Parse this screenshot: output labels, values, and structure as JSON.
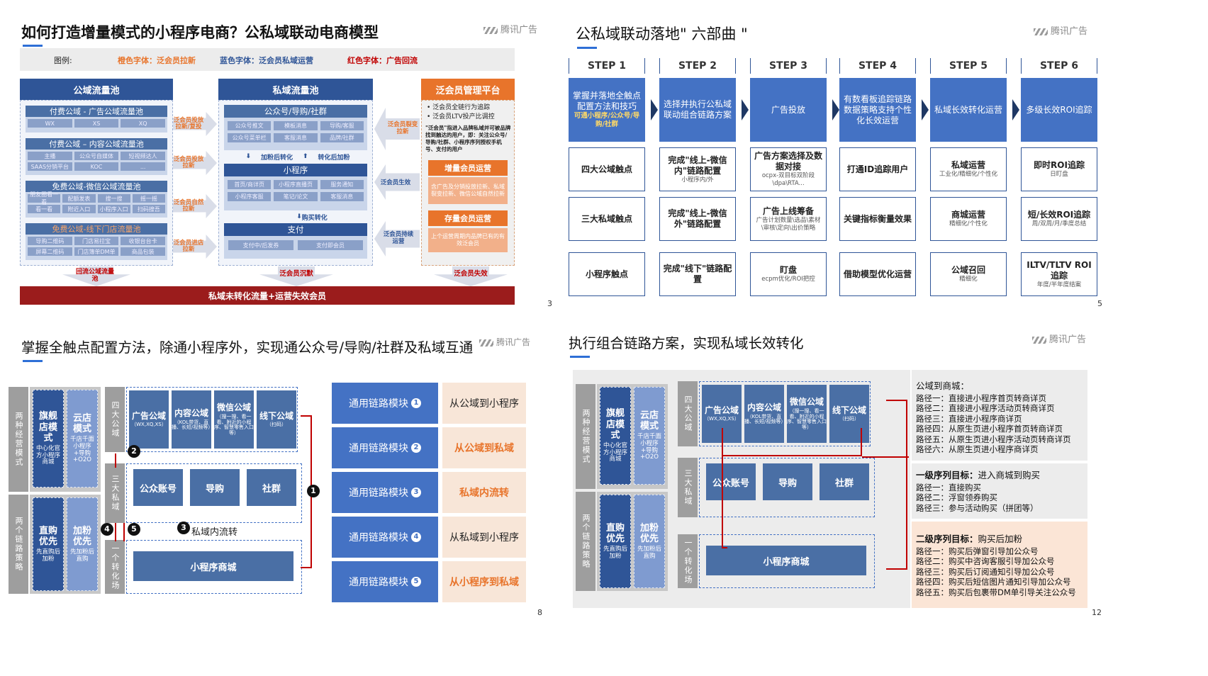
{
  "s3": {
    "title": "如何打造增量模式的小程序电商？公私域联动电商模型",
    "logo": "腾讯广告",
    "page": "3",
    "legend": {
      "label": "图例:",
      "orange": "橙色字体：泛会员拉新",
      "blue": "蓝色字体：泛会员私域运营",
      "red": "红色字体：广告回流"
    },
    "pub": {
      "title": "公域流量池",
      "g1": {
        "title": "付费公域 - 广告公域流量池",
        "chips": [
          "WX",
          "XS",
          "XQ"
        ]
      },
      "g2": {
        "title": "付费公域 – 内容公域流量池",
        "chips": [
          "主播",
          "公众号自媒体",
          "短视频达人",
          "SAAS分销平台",
          "KOC",
          "..."
        ]
      },
      "g3": {
        "title": "免费公域-微信公域流量池",
        "chips": [
          "朋友圈看一看",
          "配额发表",
          "搜一搜",
          "摇一摇",
          "看一看",
          "附近入口",
          "小程序入口",
          "扫码搜吾"
        ]
      },
      "g4": {
        "title": "免费公域-线下门店流量池",
        "chips": [
          "导购二维码",
          "门店易拉宝",
          "收银台台卡",
          "屏幕二维码",
          "门店簿单DM单",
          "商品包装"
        ]
      }
    },
    "mid": [
      "泛会员投放拉新/复投",
      "泛会员投放拉新",
      "泛会员自然拉新",
      "泛会员进店拉新"
    ],
    "priv": {
      "title": "私域流量池",
      "g1": {
        "title": "公众号/导购/社群",
        "chips": [
          "公众号推文",
          "模板消息",
          "导购/客服",
          "公众号菜单栏",
          "客服消息",
          "品牌/社群"
        ]
      },
      "a1": "加粉后转化",
      "a2": "转化后加粉",
      "g2": {
        "title": "小程序",
        "chips": [
          "首页/商详页",
          "小程序直播页",
          "服务通知",
          "小程序客服",
          "笔记/论文",
          "客服消息"
        ]
      },
      "a3": "购买转化",
      "g3": {
        "title": "支付",
        "chips": [
          "支付中/后发券",
          "支付即会员"
        ]
      }
    },
    "rl": [
      "泛会员裂变拉新",
      "泛会员生效",
      "泛会员持续运营"
    ],
    "plat": {
      "title": "泛会员管理平台",
      "b1": "泛会员全链行为追踪",
      "b2": "泛会员LTV投产比调控",
      "note": "\"泛会员\"指进入品牌私域并可被品牌找到触达的用户，即：关注公众号/导购/社群、小程序序列授权手机号、支付的用户",
      "g1": "增量会员运营",
      "t1": "含广告及分销投放拉新、私域裂变拉新、微信公域自然拉新",
      "g2": "存量会员运营",
      "t2": "上个运营周期内品牌已有的有效泛会员"
    },
    "bottomLabels": {
      "back": "回流公域流量池",
      "sink": "泛会员沉默",
      "lost": "泛会员失效"
    },
    "bar": "私域未转化流量+运营失效会员"
  },
  "s5": {
    "title": "公私域联动落地\" 六部曲 \"",
    "logo": "腾讯广告",
    "page": "5",
    "steps": [
      "STEP 1",
      "STEP 2",
      "STEP 3",
      "STEP 4",
      "STEP 5",
      "STEP 6"
    ],
    "heads": [
      {
        "t": "掌握并落地全触点配置方法和技巧",
        "s": "可通小程序/公众号/导购/社群"
      },
      {
        "t": "选择并执行公私域联动组合链路方案",
        "s": ""
      },
      {
        "t": "广告投放",
        "s": ""
      },
      {
        "t": "有数看板追踪链路数据策略支持个性化长效运营",
        "s": ""
      },
      {
        "t": "私域长效转化运营",
        "s": ""
      },
      {
        "t": "多级长效ROI追踪",
        "s": ""
      }
    ],
    "rows": [
      [
        {
          "t": "四大公域触点",
          "s": ""
        },
        {
          "t": "完成\"线上-微信内\"链路配置",
          "s": "小程序内/外"
        },
        {
          "t": "广告方案选择及数据对接",
          "s": "ocpx-双目标双阶段\\dpa\\RTA..."
        },
        {
          "t": "打通ID追踪用户",
          "s": ""
        },
        {
          "t": "私域运营",
          "s": "工业化/精细化/个性化"
        },
        {
          "t": "即时ROI追踪",
          "s": "日盯盘"
        }
      ],
      [
        {
          "t": "三大私域触点",
          "s": ""
        },
        {
          "t": "完成\"线上-微信外\"链路配置",
          "s": ""
        },
        {
          "t": "广告上线筹备",
          "s": "广告计划数量\\选品\\素材\\审核\\定向\\出价策略"
        },
        {
          "t": "关键指标衡量效果",
          "s": ""
        },
        {
          "t": "商城运营",
          "s": "精细化/个性化"
        },
        {
          "t": "短/长效ROI追踪",
          "s": "周/双周/月/季度总结"
        }
      ],
      [
        {
          "t": "小程序触点",
          "s": ""
        },
        {
          "t": "完成\"线下\"链路配置",
          "s": ""
        },
        {
          "t": "盯盘",
          "s": "ecpm优化/ROI把控"
        },
        {
          "t": "借助模型优化运营",
          "s": ""
        },
        {
          "t": "公域召回",
          "s": "精细化"
        },
        {
          "t": "ILTV/TLTV ROI追踪",
          "s": "年度/半年度结案"
        }
      ]
    ]
  },
  "s8": {
    "title": "掌握全触点配置方法，除通小程序外，实现通公众号/导购/社群及私域互通",
    "logo": "腾讯广告",
    "page": "8",
    "left": {
      "g1": "两种经营模式",
      "m1": {
        "t": "旗舰店模式",
        "s": "中心化官方小程序商城"
      },
      "m2": {
        "t": "云店模式",
        "s": "千店千面小程序+导购+O2O"
      },
      "g2": "两个链路策略",
      "m3": {
        "t": "直购优先",
        "s": "先直购后加粉"
      },
      "m4": {
        "t": "加粉优先",
        "s": "先加粉后直购"
      }
    },
    "pubLabel": "四大公域",
    "privLabel": "三大私域",
    "convLabel": "一个转化场",
    "pubs": [
      {
        "t": "广告公域",
        "s": "（WX,XQ,XS）"
      },
      {
        "t": "内容公域",
        "s": "（KOL带货、直播、长短/视频等）"
      },
      {
        "t": "微信公域",
        "s": "（搜一搜、看一看、附近的小程序、智慧零售入口等）"
      },
      {
        "t": "线下公域",
        "s": "（扫码）"
      }
    ],
    "privs": [
      "公众账号",
      "导购",
      "社群"
    ],
    "mall": "小程序商城",
    "nums": {
      "n1": "1",
      "n2": "2",
      "n3": "3",
      "n4": "4",
      "n5": "5"
    },
    "inner": "私域内流转",
    "modules": [
      {
        "btn": "通用链路模块",
        "n": "1",
        "txt": "从公域到小程序"
      },
      {
        "btn": "通用链路模块",
        "n": "2",
        "txt": "从公域到私域"
      },
      {
        "btn": "通用链路模块",
        "n": "3",
        "txt": "私域内流转"
      },
      {
        "btn": "通用链路模块",
        "n": "4",
        "txt": "从私域到小程序"
      },
      {
        "btn": "通用链路模块",
        "n": "5",
        "txt": "从小程序到私域"
      }
    ]
  },
  "s12": {
    "title": "执行组合链路方案，实现私域长效转化",
    "logo": "腾讯广告",
    "page": "12",
    "left": {
      "g1": "两种经营模式",
      "m1": {
        "t": "旗舰店模式",
        "s": "中心化官方小程序商城"
      },
      "m2": {
        "t": "云店模式",
        "s": "千店千面小程序+导购+O2O"
      },
      "g2": "两个链路策略",
      "m3": {
        "t": "直购优先",
        "s": "先直购后加粉"
      },
      "m4": {
        "t": "加粉优先",
        "s": "先加粉后直购"
      }
    },
    "pubLabel": "四大公域",
    "privLabel": "三大私域",
    "convLabel": "一个转化场",
    "pubs": [
      {
        "t": "广告公域",
        "s": "（WX,XQ,XS）"
      },
      {
        "t": "内容公域",
        "s": "（KOL带货、直播、长短/视频等）"
      },
      {
        "t": "微信公域",
        "s": "（搜一搜、看一看、附近的小程序、智慧零售入口等）"
      },
      {
        "t": "线下公域",
        "s": "（扫码）"
      }
    ],
    "privs": [
      "公众账号",
      "导购",
      "社群"
    ],
    "mall": "小程序商城",
    "p1": {
      "title": "公域到商城：",
      "items": [
        "路径一：直接进小程序首页转商详页",
        "路径二：直接进小程序活动页转商详页",
        "路径三：直接进小程序商详页",
        "路径四：从原生页进小程序首页转商详页",
        "路径五：从原生页进小程序活动页转商详页",
        "路径六：从原生页进小程序商详页"
      ]
    },
    "p2": {
      "title": "一级序列目标：",
      "title2": "进入商城到购买",
      "items": [
        "路径一：直接购买",
        "路径二：浮窗领券购买",
        "路径三：参与活动购买（拼团等）"
      ]
    },
    "p3": {
      "title": "二级序列目标：",
      "title2": "购买后加粉",
      "items": [
        "路径一：购买后弹窗引导加公众号",
        "路径二：购买中咨询客服引导加公众号",
        "路径三：购买后订阅通知引导加公众号",
        "路径四：购买后短信图片通知引导加公众号",
        "路径五：购买后包裹带DM单引导关注公众号"
      ]
    }
  }
}
